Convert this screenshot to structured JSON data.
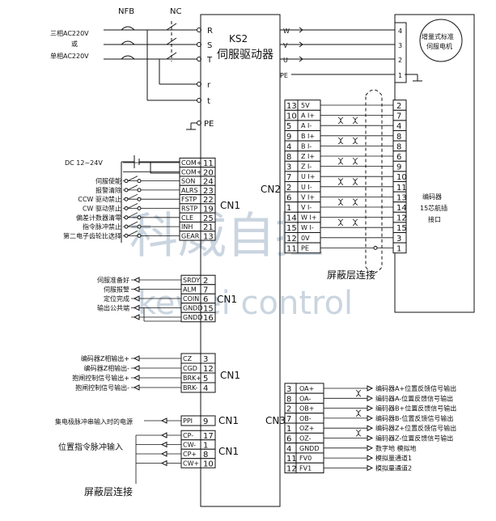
{
  "top": {
    "nfb": "NFB",
    "nc": "NC",
    "supply": [
      "三相AC220V",
      "或",
      "单相AC220V"
    ],
    "rst": [
      "R",
      "S",
      "T"
    ],
    "aux": [
      "r",
      "t"
    ],
    "pe": "PE"
  },
  "driver": {
    "model": "KS2",
    "name": "伺服驱动器"
  },
  "motor": {
    "label": [
      "增量式标准",
      "伺服电机"
    ],
    "pins_out": [
      "W",
      "V",
      "U",
      "PE"
    ],
    "pins_num": [
      "4",
      "3",
      "2",
      "1"
    ]
  },
  "dc": "DC 12~24V",
  "cn1_in": [
    {
      "label": "",
      "sig": "COM+",
      "pin": "11"
    },
    {
      "label": "",
      "sig": "COM+",
      "pin": "20"
    },
    {
      "label": "伺服使能",
      "sig": "SON",
      "pin": "24"
    },
    {
      "label": "报警清除",
      "sig": "ALRS",
      "pin": "23"
    },
    {
      "label": "CCW 驱动禁止",
      "sig": "FSTP",
      "pin": "22"
    },
    {
      "label": "CW 驱动禁止",
      "sig": "RSTP",
      "pin": "19"
    },
    {
      "label": "偏差计数器清零",
      "sig": "CLE",
      "pin": "25"
    },
    {
      "label": "指令脉冲禁止",
      "sig": "INH",
      "pin": "21"
    },
    {
      "label": "第二电子齿轮比选择",
      "sig": "GEAR",
      "pin": "13"
    }
  ],
  "cn1_out": [
    {
      "label": "伺服准备好",
      "sig": "SRDY",
      "pin": "2"
    },
    {
      "label": "伺服报警",
      "sig": "ALM",
      "pin": "7"
    },
    {
      "label": "定位完成",
      "sig": "COIN",
      "pin": "6"
    },
    {
      "label": "输出公共端",
      "sig": "GNDD",
      "pin": "15"
    },
    {
      "label": "",
      "sig": "GNDD",
      "pin": "16"
    }
  ],
  "cn1_enc": [
    {
      "label": "编码器Z相输出+",
      "sig": "CZ",
      "pin": "3"
    },
    {
      "label": "编码器Z相输出-",
      "sig": "CGD",
      "pin": "12"
    },
    {
      "label": "抱闸控制信号输出+",
      "sig": "BRK+",
      "pin": "5"
    },
    {
      "label": "抱闸控制信号输出-",
      "sig": "BRK-",
      "pin": "4"
    }
  ],
  "cn1_ppi": {
    "label": "集电极脉冲串输入时的电源",
    "sig": "PPI",
    "pin": "9"
  },
  "cn1_pulse": {
    "label": "位置指令脉冲输入",
    "rows": [
      {
        "sig": "CP-",
        "pin": "17"
      },
      {
        "sig": "CW-",
        "pin": "1"
      },
      {
        "sig": "CP+",
        "pin": "8"
      },
      {
        "sig": "CW+",
        "pin": "10"
      }
    ]
  },
  "cn_label": "CN1",
  "cn2_label": "CN2",
  "cn3_label": "CN3",
  "cn2": [
    {
      "pin": "13",
      "sig": "5V",
      "enc": "2"
    },
    {
      "pin": "10",
      "sig": "A I+",
      "enc": "7"
    },
    {
      "pin": "5",
      "sig": "A I-",
      "enc": "4"
    },
    {
      "pin": "9",
      "sig": "B I+",
      "enc": "8"
    },
    {
      "pin": "4",
      "sig": "B I-",
      "enc": "8"
    },
    {
      "pin": "8",
      "sig": "Z I+",
      "enc": "6"
    },
    {
      "pin": "3",
      "sig": "Z I-",
      "enc": "9"
    },
    {
      "pin": "7",
      "sig": "U I+",
      "enc": "10"
    },
    {
      "pin": "2",
      "sig": "U I-",
      "enc": "11"
    },
    {
      "pin": "6",
      "sig": "V I+",
      "enc": "13"
    },
    {
      "pin": "1",
      "sig": "V I-",
      "enc": "14"
    },
    {
      "pin": "14",
      "sig": "W I+",
      "enc": "12"
    },
    {
      "pin": "15",
      "sig": "W I-",
      "enc": "15"
    },
    {
      "pin": "12",
      "sig": "0V",
      "enc": "3"
    },
    {
      "pin": "11",
      "sig": "PE",
      "enc": "1"
    }
  ],
  "encoder_box": [
    "编码器",
    "15芯航插",
    "接口"
  ],
  "shield_text": "屏蔽层连接",
  "cn3": [
    {
      "pin": "3",
      "sig": "OA+",
      "label": "编码器A+位置反馈信号输出"
    },
    {
      "pin": "8",
      "sig": "OA-",
      "label": "编码器A-位置反馈信号输出"
    },
    {
      "pin": "2",
      "sig": "OB+",
      "label": "编码器B+位置反馈信号输出"
    },
    {
      "pin": "7",
      "sig": "OB-",
      "label": "编码器B-位置反馈信号输出"
    },
    {
      "pin": "1",
      "sig": "OZ+",
      "label": "编码器Z+位置反馈信号输出"
    },
    {
      "pin": "6",
      "sig": "OZ-",
      "label": "编码器Z-位置反馈信号输出"
    },
    {
      "pin": "4",
      "sig": "GNDD",
      "label": "数字地 模拟地"
    },
    {
      "pin": "11",
      "sig": "FV0",
      "label": "模拟量通道1"
    },
    {
      "pin": "12",
      "sig": "FV1",
      "label": "模拟量通道2"
    }
  ],
  "watermark": {
    "cn": "科威自控",
    "en": "kewei control"
  }
}
